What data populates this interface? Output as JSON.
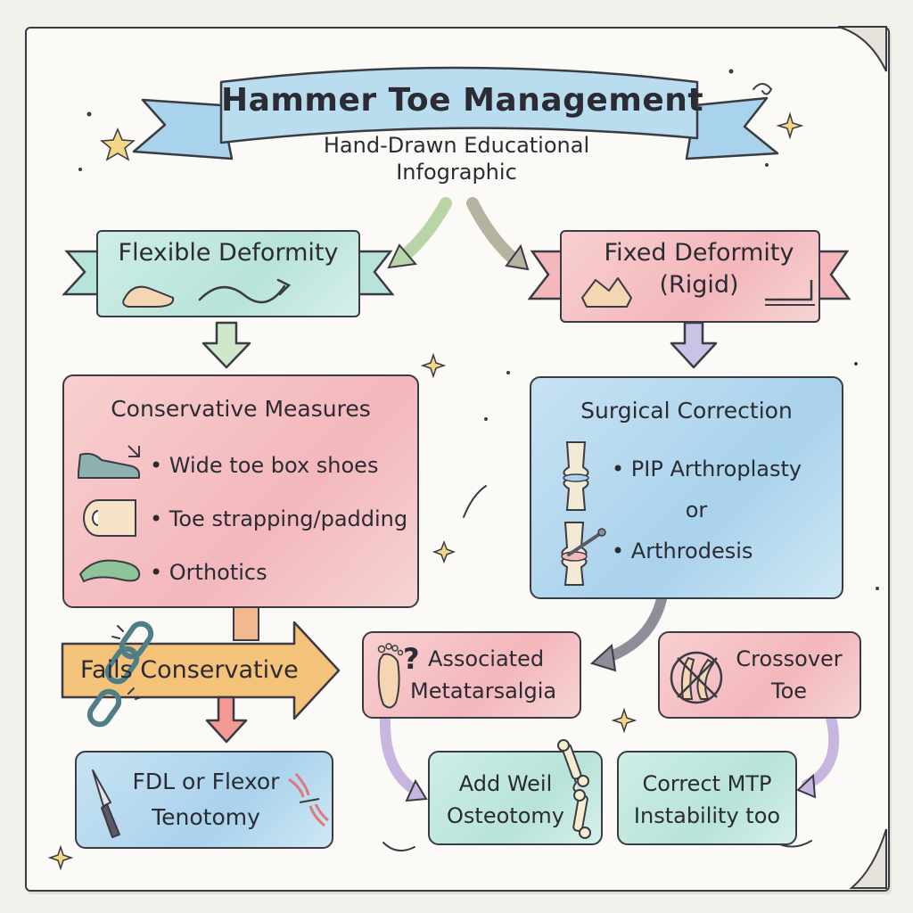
{
  "header": {
    "title": "Hammer Toe Management",
    "subtitle_line1": "Hand-Drawn Educational",
    "subtitle_line2": "Infographic"
  },
  "flexible": {
    "label": "Flexible Deformity"
  },
  "fixed": {
    "label_line1": "Fixed Deformity",
    "label_line2": "(Rigid)"
  },
  "conservative": {
    "title": "Conservative Measures",
    "items": [
      "• Wide toe box shoes",
      "• Toe strapping/padding",
      "• Orthotics"
    ]
  },
  "surgical": {
    "title": "Surgical Correction",
    "item1": "• PIP Arthroplasty",
    "or": "or",
    "item2": "• Arthrodesis"
  },
  "fails": {
    "label": "Fails Conservative"
  },
  "tenotomy": {
    "line1": "FDL or Flexor",
    "line2": "Tenotomy"
  },
  "metatarsalgia": {
    "line1": "Associated",
    "line2": "Metatarsalgia",
    "mark": "?"
  },
  "crossover": {
    "line1": "Crossover",
    "line2": "Toe"
  },
  "weil": {
    "line1": "Add Weil",
    "line2": "Osteotomy"
  },
  "mtp": {
    "line1": "Correct MTP",
    "line2": "Instability too"
  },
  "colors": {
    "pink": "#f3b7bc",
    "blue": "#a9d2ec",
    "teal": "#b8e3d8",
    "orange": "#f5c27a",
    "ink": "#2b2b33"
  }
}
